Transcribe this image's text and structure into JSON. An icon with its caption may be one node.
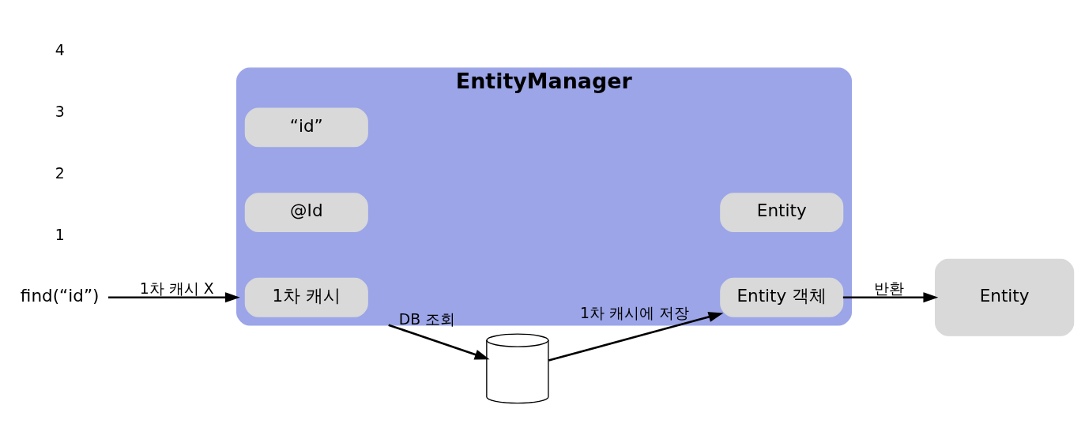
{
  "diagram": {
    "nodes": [
      {
        "text": [
          "EntityManager"
        ]
      },
      {
        "text": [
          "1차 캐시"
        ],
        "in": 0
      },
      {
        "text": [
          "@Id"
        ],
        "in": 0
      },
      {
        "text": [
          "Entity"
        ],
        "in": 0
      },
      {
        "text": [
          "“id”"
        ],
        "in": 0
      },
      {
        "text": [
          "Entity 객체"
        ],
        "in": 0
      },
      {
        "text": [
          "find(“id”)"
        ]
      },
      {
        "text": [],
        "shape": "cylinder"
      },
      {
        "text": [
          "Entity"
        ]
      }
    ],
    "edges": [
      {
        "from": 6,
        "to": 0,
        "arrow": "to",
        "label": "1차 캐시 X"
      },
      {
        "from": 0,
        "to": 7,
        "arrow": "to",
        "label": "DB 조회"
      },
      {
        "from": 7,
        "to": 5,
        "arrow": "to",
        "label": "1차 캐시에 저장"
      },
      {
        "from": 5,
        "to": 8,
        "arrow": "to",
        "label": "반환"
      }
    ],
    "labels": [
      "1",
      "2",
      "3",
      "4"
    ]
  }
}
